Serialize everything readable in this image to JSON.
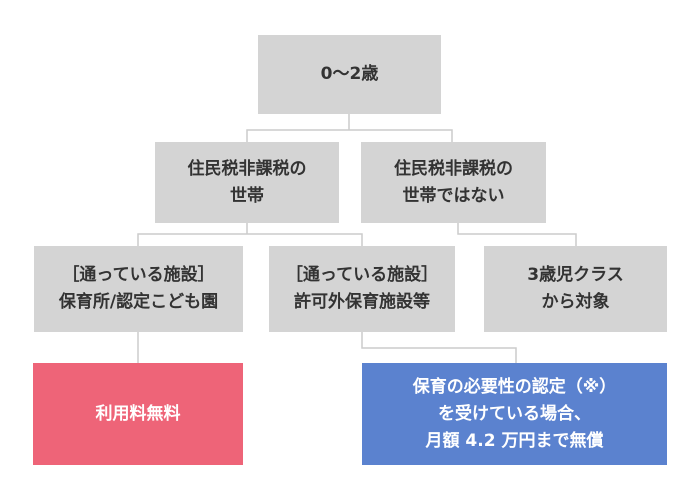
{
  "nodes": {
    "root": "0〜2歳",
    "exempt": "住民税非課税の\n世帯",
    "not_exempt": "住民税非課税の\n世帯ではない",
    "nursery": "［通っている施設］\n保育所/認定こども園",
    "unlicensed": "［通っている施設］\n許可外保育施設等",
    "age3": "3歳児クラス\nから対象",
    "free": "利用料無料",
    "subsidy": "保育の必要性の認定（※）\nを受けている場合、\n月額 4.2 万円まで無償"
  },
  "colors": {
    "box_gray": "#d4d4d4",
    "free_pink": "#ee6478",
    "subsidy_blue": "#5b82cf",
    "connector": "#cccccc"
  }
}
